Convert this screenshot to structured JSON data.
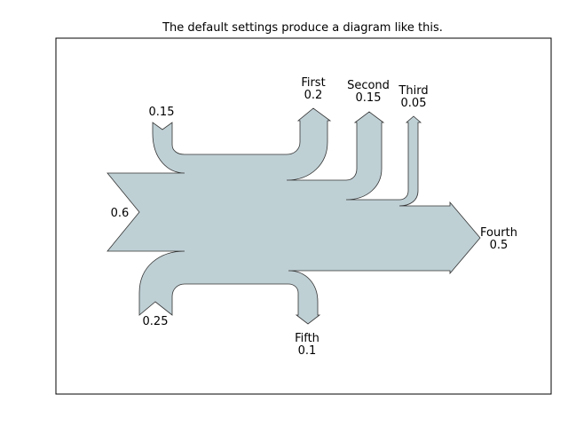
{
  "title": "The default settings produce a diagram like this.",
  "colors": {
    "flow_fill": "#bfd0d5",
    "flow_stroke": "#333333",
    "background": "#ffffff"
  },
  "flows": [
    {
      "name": "",
      "value": "0.6",
      "direction": "input",
      "side": "left"
    },
    {
      "name": "",
      "value": "0.15",
      "direction": "input",
      "side": "top"
    },
    {
      "name": "",
      "value": "0.25",
      "direction": "input",
      "side": "bottom"
    },
    {
      "name": "First",
      "value": "0.2",
      "direction": "output",
      "side": "top"
    },
    {
      "name": "Second",
      "value": "0.15",
      "direction": "output",
      "side": "top"
    },
    {
      "name": "Third",
      "value": "0.05",
      "direction": "output",
      "side": "top"
    },
    {
      "name": "Fourth",
      "value": "0.5",
      "direction": "output",
      "side": "right"
    },
    {
      "name": "Fifth",
      "value": "0.1",
      "direction": "output",
      "side": "bottom"
    }
  ]
}
